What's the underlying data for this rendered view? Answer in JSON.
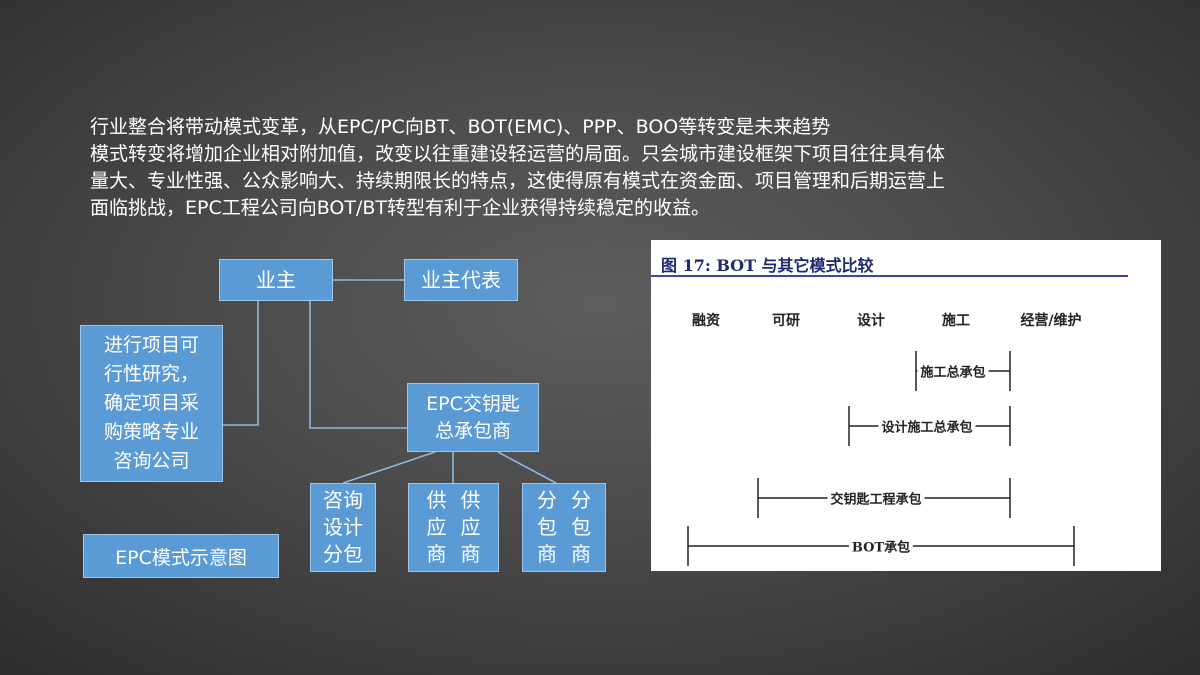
{
  "intro": {
    "line1": "行业整合将带动模式变革，从EPC/PC向BT、BOT(EMC)、PPP、BOO等转变是未来趋势",
    "line2": "模式转变将增加企业相对附加值，改变以往重建设轻运营的局面。只会城市建设框架下项目往往具有体",
    "line3": "量大、专业性强、公众影响大、持续期限长的特点，这使得原有模式在资金面、项目管理和后期运营上",
    "line4": "面临挑战，EPC工程公司向BOT/BT转型有利于企业获得持续稳定的收益。"
  },
  "diagram": {
    "owner": "业主",
    "owner_rep": "业主代表",
    "consultant": [
      "进行项目可",
      "行性研究，",
      "确定项目采",
      "购策略专业",
      "咨询公司"
    ],
    "epc": [
      "EPC交钥匙",
      "总承包商"
    ],
    "sub_design": [
      "咨询",
      "设计",
      "分包"
    ],
    "supplier": [
      [
        "供",
        "应",
        "商"
      ],
      [
        "供",
        "应",
        "商"
      ]
    ],
    "subcontractor": [
      [
        "分",
        "包",
        "商"
      ],
      [
        "分",
        "包",
        "商"
      ]
    ],
    "caption": "EPC模式示意图",
    "colors": {
      "box_fill": "#5b9bd5",
      "box_border": "#9fc5ea",
      "connector": "#8fb8e0"
    }
  },
  "figure": {
    "title": "图 17:  BOT 与其它模式比较",
    "stages": [
      "融资",
      "可研",
      "设计",
      "施工",
      "经营/维护"
    ],
    "bars": [
      {
        "label": "施工总承包",
        "from_stage": "施工",
        "to_stage": "施工"
      },
      {
        "label": "设计施工总承包",
        "from_stage": "设计",
        "to_stage": "施工"
      },
      {
        "label": "交钥匙工程承包",
        "from_stage": "可研",
        "to_stage": "施工"
      },
      {
        "label": "BOT承包",
        "from_stage": "融资",
        "to_stage": "经营/维护"
      }
    ],
    "colors": {
      "title": "#1e2a6e",
      "rule": "#3a4aa2"
    }
  }
}
